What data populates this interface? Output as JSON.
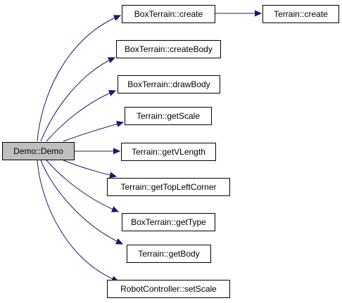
{
  "graph": {
    "colors": {
      "edge": "#191970",
      "node_border": "#000000",
      "node_fill": "#ffffff",
      "root_fill": "#bfbfbf"
    },
    "root": {
      "id": "root",
      "label": "Demo::Demo"
    },
    "nodes": [
      {
        "id": "bt_create",
        "label": "BoxTerrain::create"
      },
      {
        "id": "t_create",
        "label": "Terrain::create"
      },
      {
        "id": "bt_createBody",
        "label": "BoxTerrain::createBody"
      },
      {
        "id": "bt_drawBody",
        "label": "BoxTerrain::drawBody"
      },
      {
        "id": "t_getScale",
        "label": "Terrain::getScale"
      },
      {
        "id": "t_getVLength",
        "label": "Terrain::getVLength"
      },
      {
        "id": "t_getTopLeftCorner",
        "label": "Terrain::getTopLeftCorner"
      },
      {
        "id": "bt_getType",
        "label": "BoxTerrain::getType"
      },
      {
        "id": "t_getBody",
        "label": "Terrain::getBody"
      },
      {
        "id": "rc_setScale",
        "label": "RobotController::setScale"
      }
    ],
    "edges": [
      {
        "from": "root",
        "to": "bt_create"
      },
      {
        "from": "bt_create",
        "to": "t_create"
      },
      {
        "from": "root",
        "to": "bt_createBody"
      },
      {
        "from": "root",
        "to": "bt_drawBody"
      },
      {
        "from": "root",
        "to": "t_getScale"
      },
      {
        "from": "root",
        "to": "t_getVLength"
      },
      {
        "from": "root",
        "to": "t_getTopLeftCorner"
      },
      {
        "from": "root",
        "to": "bt_getType"
      },
      {
        "from": "root",
        "to": "t_getBody"
      },
      {
        "from": "root",
        "to": "rc_setScale"
      }
    ]
  }
}
